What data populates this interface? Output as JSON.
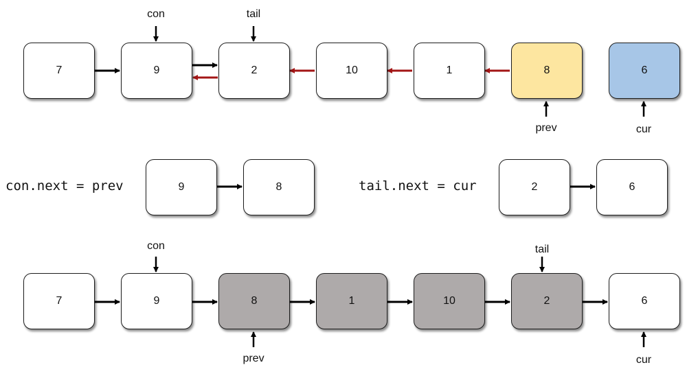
{
  "colors": {
    "default_fill": "#ffffff",
    "prev_fill": "#fde6a0",
    "cur_fill": "#a7c6e7",
    "reversed_fill": "#aeaaaa",
    "forward_arrow": "#000000",
    "reversed_arrow": "#a31515"
  },
  "row1": {
    "nodes": [
      "7",
      "9",
      "2",
      "10",
      "1",
      "8",
      "6"
    ],
    "pointers": {
      "con": "con",
      "tail": "tail",
      "prev": "prev",
      "cur": "cur"
    }
  },
  "row2": {
    "left_code": "con.next = prev",
    "left_nodes": [
      "9",
      "8"
    ],
    "right_code": "tail.next = cur",
    "right_nodes": [
      "2",
      "6"
    ]
  },
  "row3": {
    "nodes": [
      "7",
      "9",
      "8",
      "1",
      "10",
      "2",
      "6"
    ],
    "pointers": {
      "con": "con",
      "tail": "tail",
      "prev": "prev",
      "cur": "cur"
    }
  }
}
